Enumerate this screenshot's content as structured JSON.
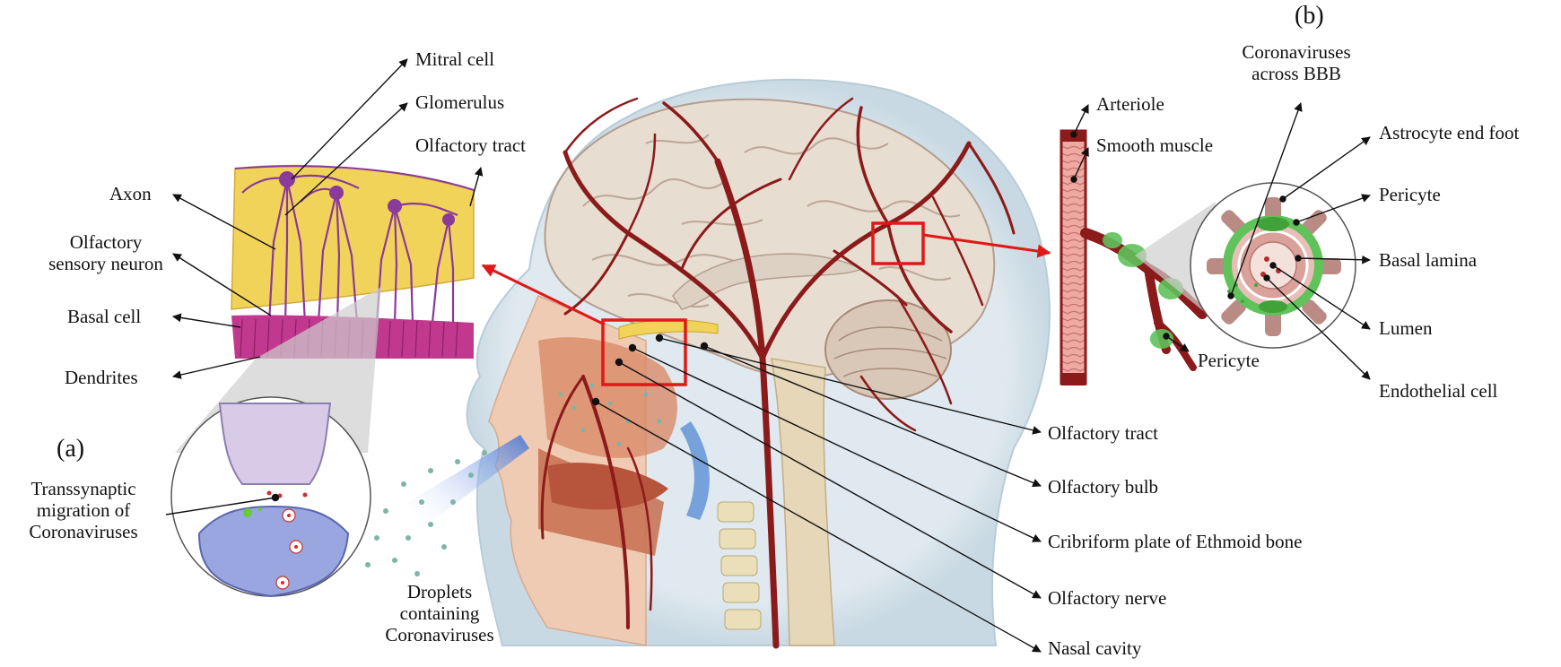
{
  "panels": {
    "a": "(a)",
    "b": "(b)"
  },
  "left_labels": {
    "mitral_cell": "Mitral cell",
    "glomerulus": "Glomerulus",
    "olfactory_tract_top": "Olfactory tract",
    "axon": "Axon",
    "olfactory_sensory_neuron_l1": "Olfactory",
    "olfactory_sensory_neuron_l2": "sensory neuron",
    "basal_cell": "Basal cell",
    "dendrites": "Dendrites",
    "transsynaptic_l1": "Transsynaptic",
    "transsynaptic_l2": "migration of",
    "transsynaptic_l3": "Coronaviruses"
  },
  "center_labels": {
    "droplets_l1": "Droplets",
    "droplets_l2": "containing",
    "droplets_l3": "Coronaviruses",
    "olfactory_tract": "Olfactory tract",
    "olfactory_bulb": "Olfactory bulb",
    "cribriform_plate": "Cribriform plate of Ethmoid bone",
    "olfactory_nerve": "Olfactory nerve",
    "nasal_cavity": "Nasal cavity"
  },
  "right_labels": {
    "coronaviruses_bbb_l1": "Coronaviruses",
    "coronaviruses_bbb_l2": "across BBB",
    "arteriole": "Arteriole",
    "smooth_muscle": "Smooth muscle",
    "astrocyte_end_foot": "Astrocyte end foot",
    "pericyte_top": "Pericyte",
    "basal_lamina": "Basal lamina",
    "lumen": "Lumen",
    "endothelial_cell": "Endothelial cell",
    "pericyte_bottom": "Pericyte"
  },
  "colors": {
    "artery": "#8b1a1a",
    "brain": "#e6dcd0",
    "skin": "#f1d9c8",
    "bulb_yellow": "#f2d35a",
    "neuron_purple": "#8a3a9a",
    "epithelium_magenta": "#c0398e",
    "zoom_box": "#e01818",
    "arrow": "#e01818",
    "pericyte_green": "#5fc25a",
    "arteriole_pink": "#e8a6a0",
    "endfoot_brown": "#b98b84",
    "synapse_lilac": "#d9cbe8",
    "synapse_blue": "#9aa6df"
  }
}
